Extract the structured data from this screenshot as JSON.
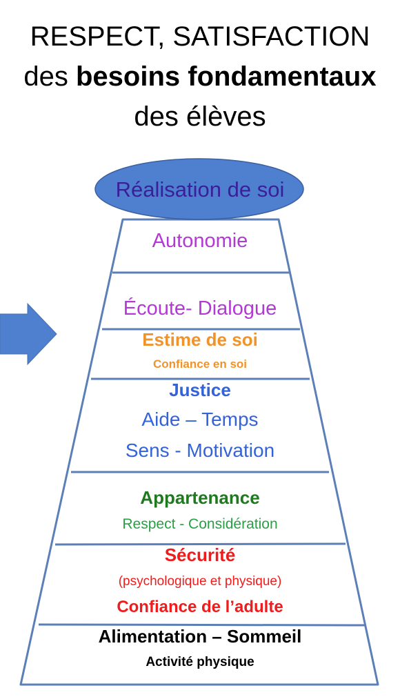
{
  "colors": {
    "pyramid_stroke": "#5b7fb6",
    "ellipse_fill": "#4f7fcf",
    "ellipse_text": "#3a1f9a",
    "arrow_fill": "#4f7fcf",
    "purple": "#b13ad2",
    "orange": "#f0932a",
    "blue": "#3362d9",
    "dark_green": "#1f7a1f",
    "green": "#29a045",
    "red": "#ee1c1c",
    "black": "#000000"
  },
  "title": {
    "line1": "RESPECT, SATISFACTION",
    "line2_pre": "des ",
    "line2_bold": "besoins fondamentaux",
    "line3": "des élèves"
  },
  "pyramid": {
    "top": "Réalisation de soi",
    "levels": [
      {
        "lines": [
          "Autonomie"
        ]
      },
      {
        "lines": [
          "Écoute- Dialogue"
        ]
      },
      {
        "lines": [
          "Estime de soi",
          "Confiance en soi"
        ]
      },
      {
        "lines": [
          "Justice",
          "Aide – Temps",
          "Sens - Motivation"
        ]
      },
      {
        "lines": [
          "Appartenance",
          "Respect - Considération"
        ]
      },
      {
        "lines": [
          "Sécurité",
          "(psychologique et physique)",
          "Confiance de l’adulte"
        ]
      },
      {
        "lines": [
          "Alimentation – Sommeil",
          "Activité physique"
        ]
      }
    ]
  }
}
